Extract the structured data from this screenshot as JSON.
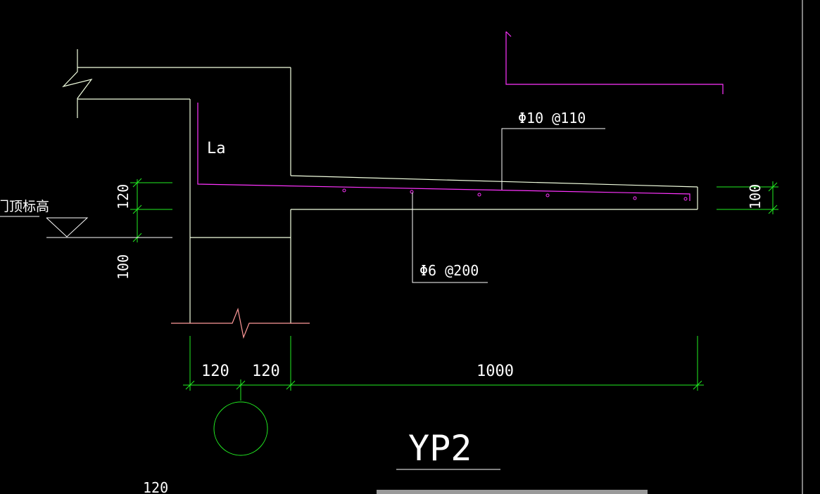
{
  "drawing": {
    "title": "YP2",
    "labels": {
      "anchor": "La",
      "top_bar": "Φ10 @110",
      "bottom_bar": "Φ6 @200",
      "door_elevation": "门顶标高"
    },
    "dimensions": {
      "left_upper": "120",
      "left_lower": "100",
      "right_thickness": "100",
      "wall_left": "120",
      "wall_right": "120",
      "cantilever": "1000",
      "bottom_stray": "120"
    }
  },
  "colors": {
    "background": "#000000",
    "outline": "#f2ffe0",
    "rebar": "#ff33ff",
    "dimension": "#22ee22",
    "text": "#ffffff",
    "ground_line": "#ff9999"
  }
}
